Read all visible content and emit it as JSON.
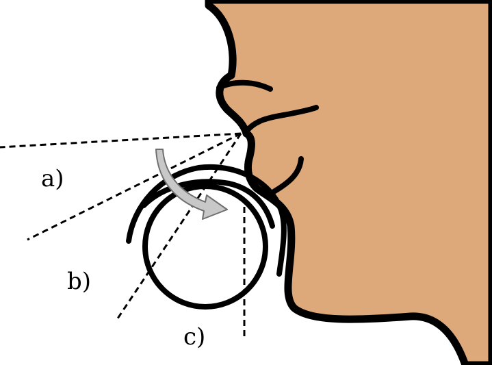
{
  "labels": {
    "a": "a)",
    "b": "b)",
    "c": "c)"
  },
  "colors": {
    "skin": "#dda87a",
    "outline": "#000000",
    "arrow_fill": "#c8c8c8",
    "arrow_stroke": "#6f6f6f",
    "background": "#ffffff"
  },
  "icons": {
    "arrow": "rotation-arrow-icon"
  }
}
